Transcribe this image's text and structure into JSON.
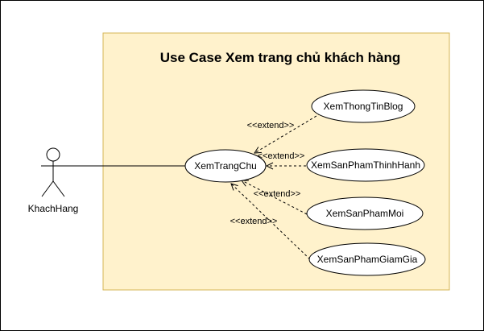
{
  "diagram": {
    "title": "Use Case Xem trang chủ khách hàng",
    "actor": {
      "name": "KhachHang"
    },
    "main_use_case": "XemTrangChu",
    "extensions": [
      {
        "name": "XemThongTinBlog",
        "relation": "<<extend>>"
      },
      {
        "name": "XemSanPhamThinhHanh",
        "relation": "<<extend>>"
      },
      {
        "name": "XemSanPhamMoi",
        "relation": "<<extend>>"
      },
      {
        "name": "XemSanPhamGiamGia",
        "relation": "<<extend>>"
      }
    ]
  },
  "colors": {
    "boundary_fill": "#fff2cc",
    "boundary_stroke": "#d6b656",
    "line": "#000000"
  }
}
